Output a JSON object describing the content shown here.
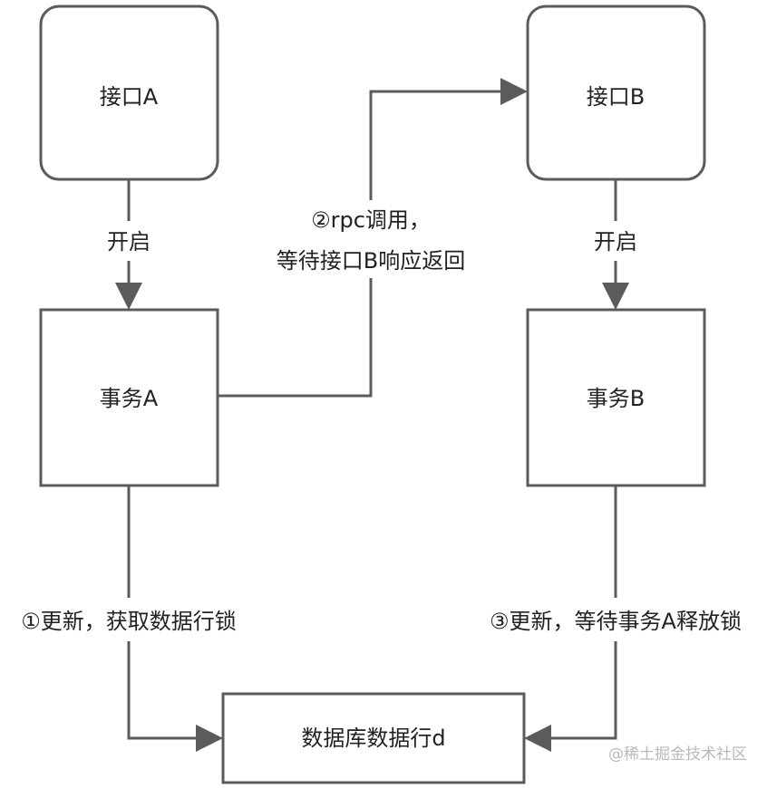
{
  "colors": {
    "stroke": "#5b5b5b",
    "text": "#222222",
    "watermark": "#b9b9b9",
    "label_background": "#ffffff"
  },
  "nodes": {
    "interface_a": "接口A",
    "interface_b": "接口B",
    "transaction_a": "事务A",
    "transaction_b": "事务B",
    "database_row": "数据库数据行d"
  },
  "edges": {
    "open_a": "开启",
    "open_b": "开启",
    "rpc_line1": "②rpc调用，",
    "rpc_line2": "等待接口B响应返回",
    "update_a": "①更新，获取数据行锁",
    "update_b": "③更新，等待事务A释放锁"
  },
  "watermark": "@稀土掘金技术社区"
}
